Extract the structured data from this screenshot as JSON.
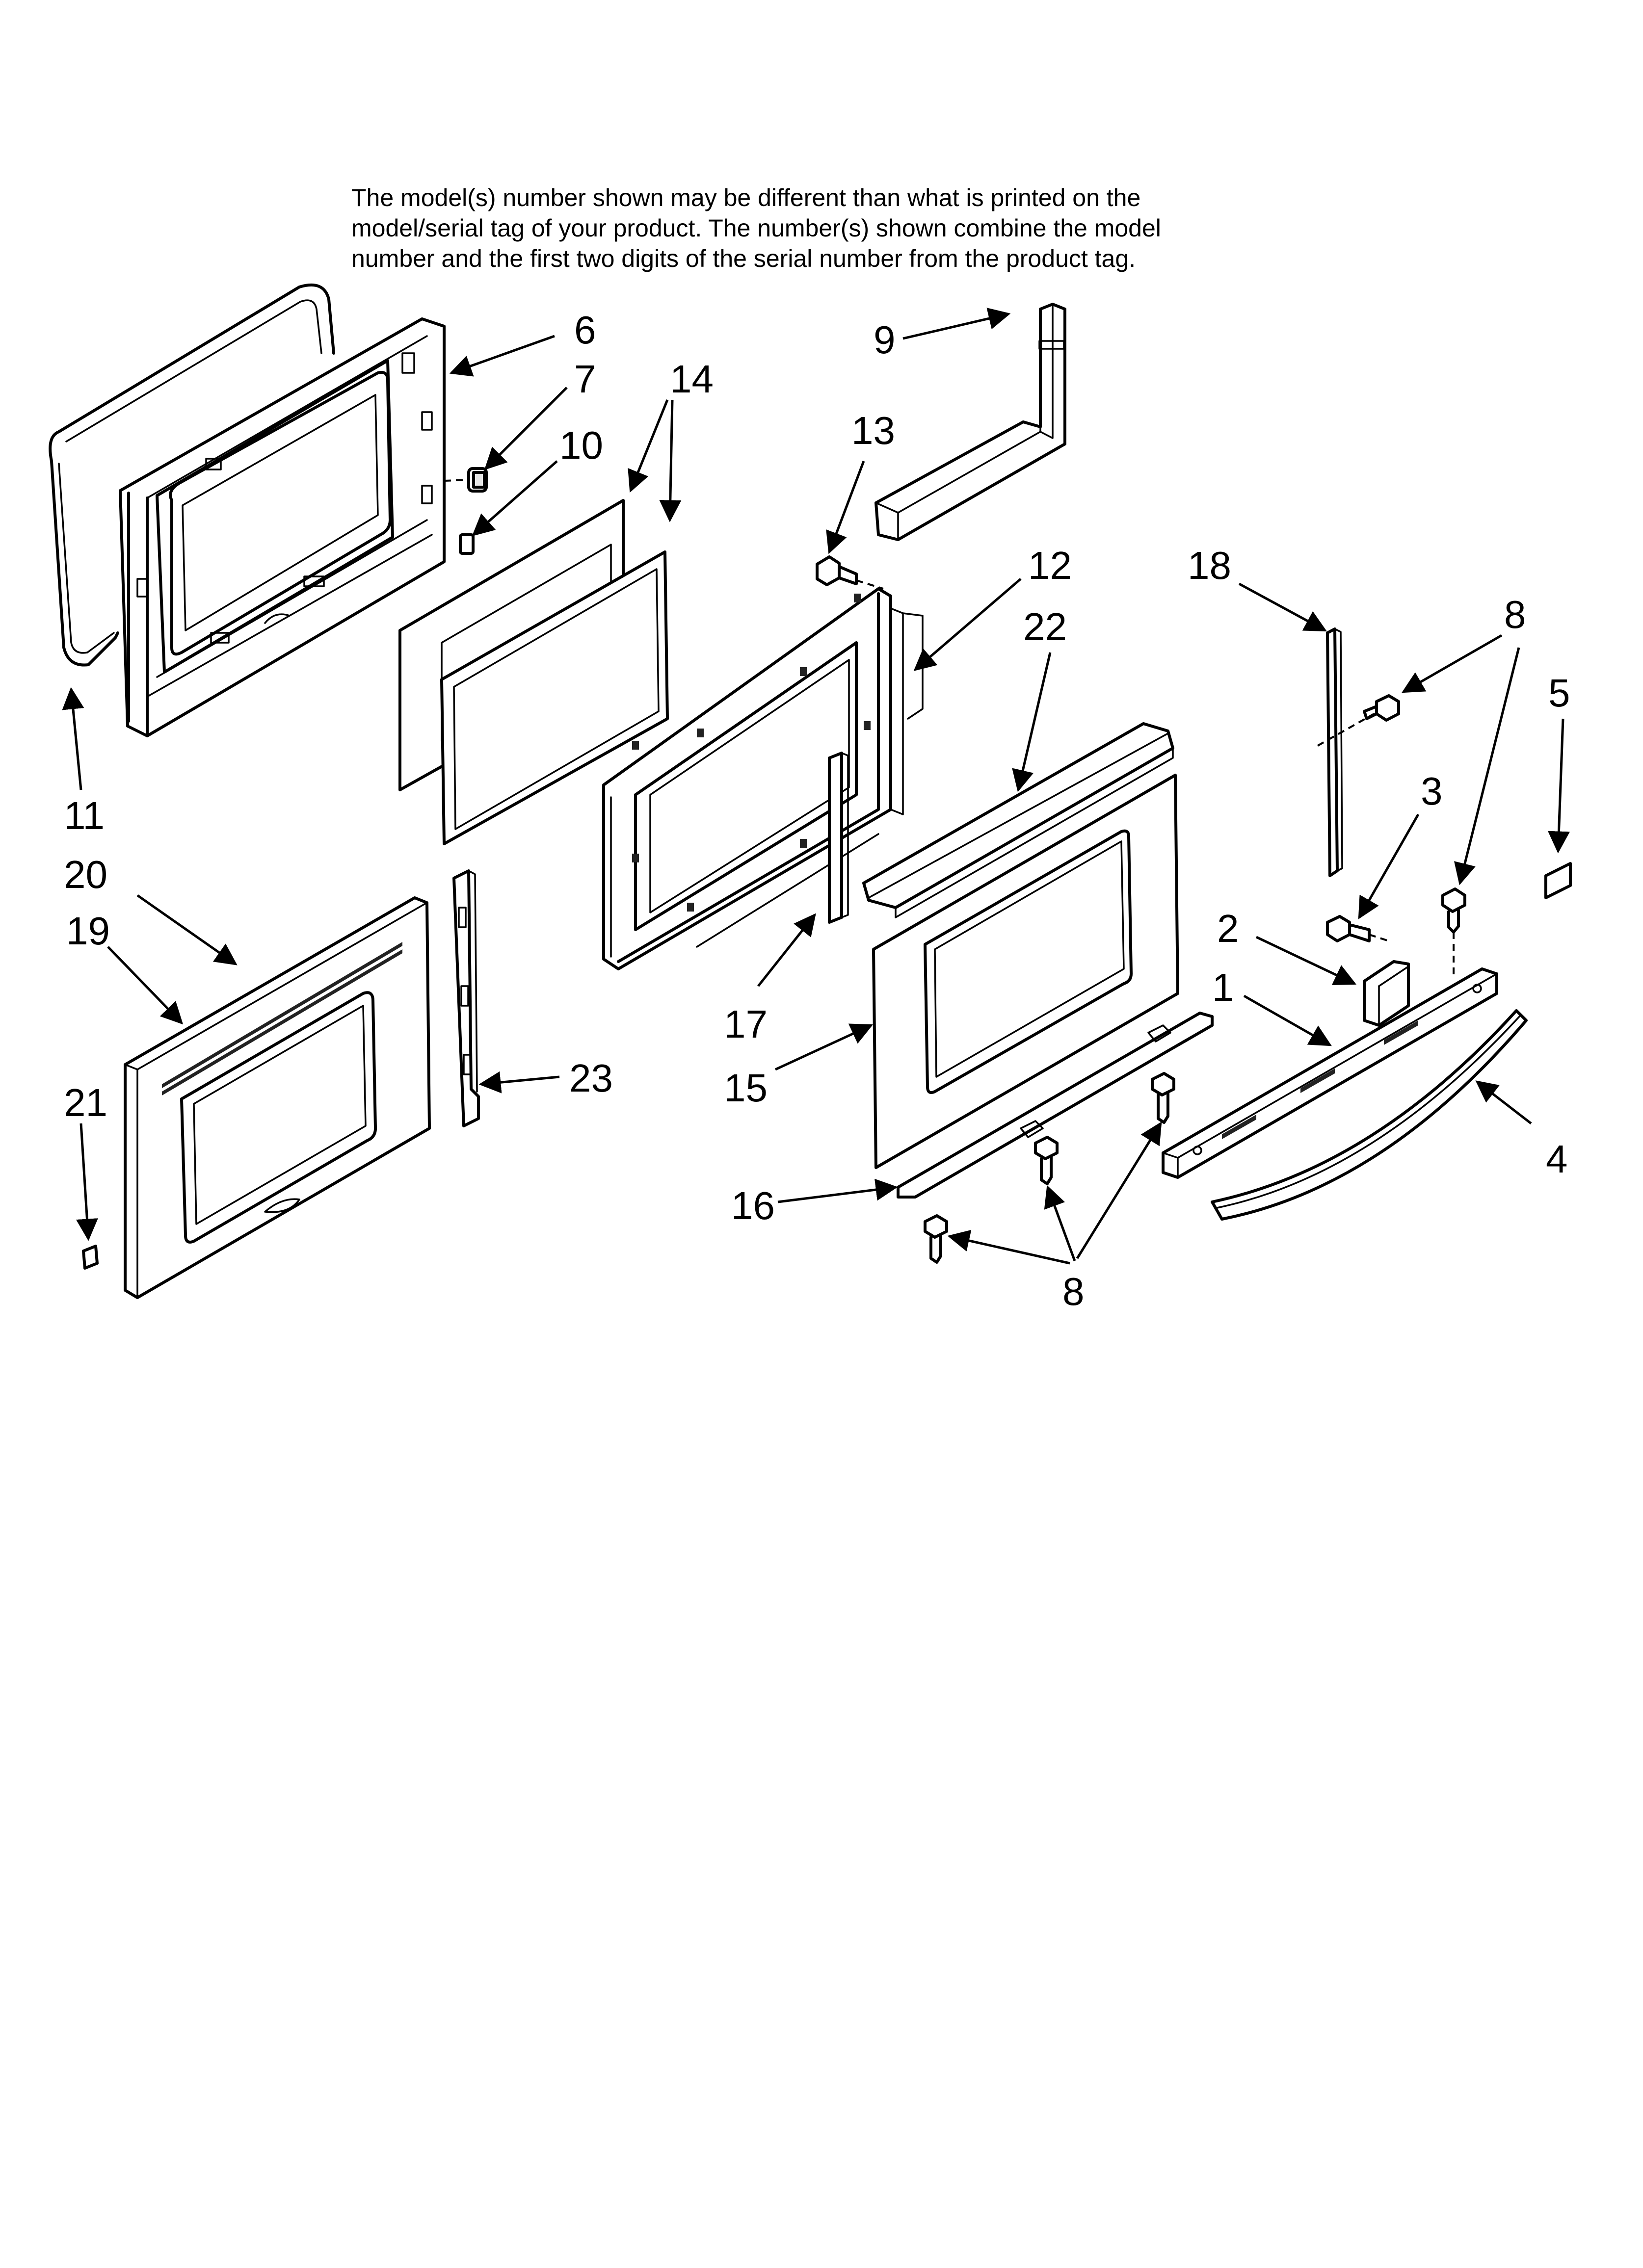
{
  "note": {
    "line1": "The model(s) number shown may be different than what is printed on the",
    "line2": "model/serial tag of your product. The number(s) shown combine the model",
    "line3": "number and the first two digits of the serial number from the product tag."
  },
  "callouts": {
    "c6": "6",
    "c7": "7",
    "c14": "14",
    "c9": "9",
    "c10": "10",
    "c13": "13",
    "c12": "12",
    "c22": "22",
    "c18": "18",
    "c8a": "8",
    "c5": "5",
    "c11": "11",
    "c3": "3",
    "c20": "20",
    "c19": "19",
    "c2": "2",
    "c1": "1",
    "c17": "17",
    "c23": "23",
    "c21": "21",
    "c15": "15",
    "c4": "4",
    "c16": "16",
    "c8b": "8"
  }
}
